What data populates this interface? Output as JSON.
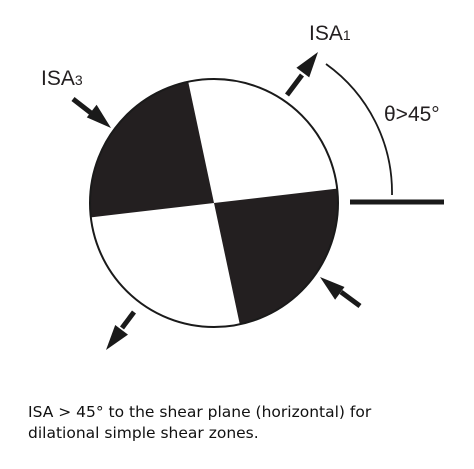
{
  "diagram": {
    "colors": {
      "ink": "#1a1a1a",
      "fill_dark": "#231f20",
      "fill_light": "#ffffff",
      "text": "#231f20"
    },
    "labels": {
      "isa1_main": "ISA",
      "isa1_sub": "1",
      "isa3_main": "ISA",
      "isa3_sub": "3",
      "angle": "θ>45°"
    },
    "elements": {
      "quadrants": [
        "upper-left (dark)",
        "upper-right (light)",
        "lower-right (dark)",
        "lower-left (light)"
      ],
      "arrows": [
        "ISA1 extension arrow (upper-right, outward)",
        "ISA3 shortening arrow (upper-left, inward)",
        "ISA3 shortening arrow (lower-right, inward)",
        "ISA1 extension arrow (lower-left, outward)"
      ],
      "shear_plane": "horizontal line"
    }
  },
  "caption": {
    "line1": "ISA > 45° to the shear plane (horizontal) for",
    "line2": "dilational simple shear zones."
  }
}
